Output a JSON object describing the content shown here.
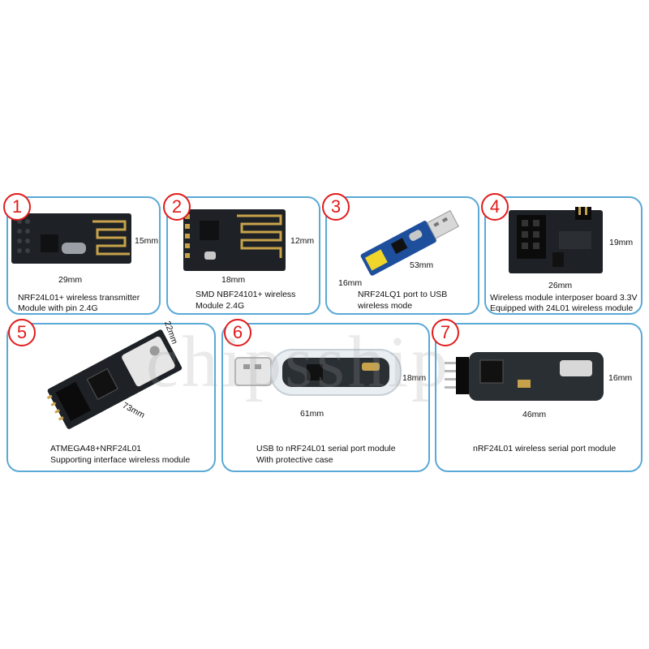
{
  "watermark": "chipsship",
  "colors": {
    "border": "#5aa9d6",
    "badge": "#e21b1b",
    "pcb": "#1e2226",
    "pcb_blue": "#1d4f9c"
  },
  "items": [
    {
      "number": "1",
      "line1": "NRF24L01+ wireless transmitter",
      "line2": "Module with pin 2.4G",
      "dim_w": "29mm",
      "dim_h": "15mm"
    },
    {
      "number": "2",
      "line1": "SMD NBF24101+ wireless",
      "line2": "Module 2.4G",
      "dim_w": "18mm",
      "dim_h": "12mm"
    },
    {
      "number": "3",
      "line1": "NRF24LQ1 port to USB",
      "line2": "wireless mode",
      "dim_w": "53mm",
      "dim_h": "16mm"
    },
    {
      "number": "4",
      "line1": "Wireless module interposer board 3.3V",
      "line2": "Equipped with 24L01 wireless module",
      "dim_w": "26mm",
      "dim_h": "19mm"
    },
    {
      "number": "5",
      "line1": "ATMEGA48+NRF24L01",
      "line2": "Supporting interface wireless module",
      "dim_w": "73mm",
      "dim_h": "22mm"
    },
    {
      "number": "6",
      "line1": "USB to nRF24L01 serial port module",
      "line2": "With protective case",
      "dim_w": "61mm",
      "dim_h": "18mm"
    },
    {
      "number": "7",
      "line1": "nRF24L01 wireless serial port module",
      "line2": "",
      "dim_w": "46mm",
      "dim_h": "16mm"
    }
  ]
}
